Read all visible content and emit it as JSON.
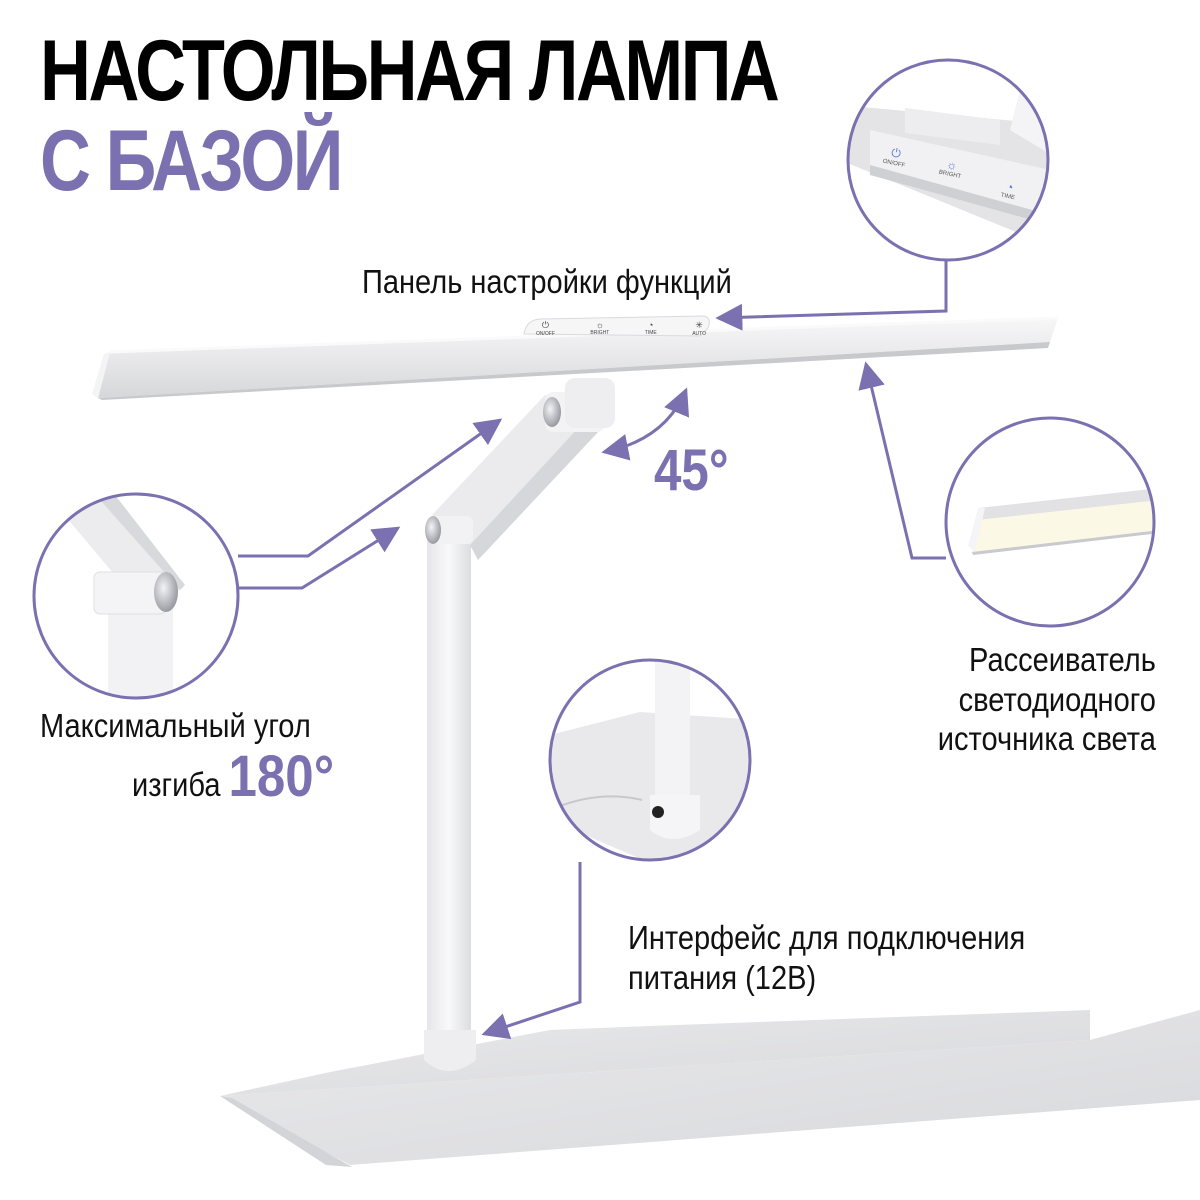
{
  "title": {
    "line1": "НАСТОЛЬНАЯ ЛАМПА",
    "line2": "С БАЗОЙ"
  },
  "callouts": {
    "control_panel": {
      "label": "Панель настройки функций",
      "buttons": [
        "ON/OFF",
        "BRIGHT",
        "TIME",
        "AUTO"
      ],
      "icons": [
        "power-icon",
        "brightness-icon",
        "timer-icon",
        "auto-light-icon"
      ]
    },
    "head_tilt": {
      "value": "45°"
    },
    "bend_angle": {
      "label_line1": "Максимальный угол",
      "label_line2": "изгиба",
      "value": "180°"
    },
    "diffuser": {
      "line1": "Рассеиватель",
      "line2": "светодиодного",
      "line3": "источника света"
    },
    "power_interface": {
      "line1": "Интерфейс для подключения",
      "line2": "питания (12В)"
    }
  },
  "colors": {
    "accent": "#7b70b0",
    "text": "#000000",
    "lamp_white": "#f2f2f4",
    "lamp_shadow": "#cfd0d4",
    "led_glow": "#fbf8e6"
  }
}
